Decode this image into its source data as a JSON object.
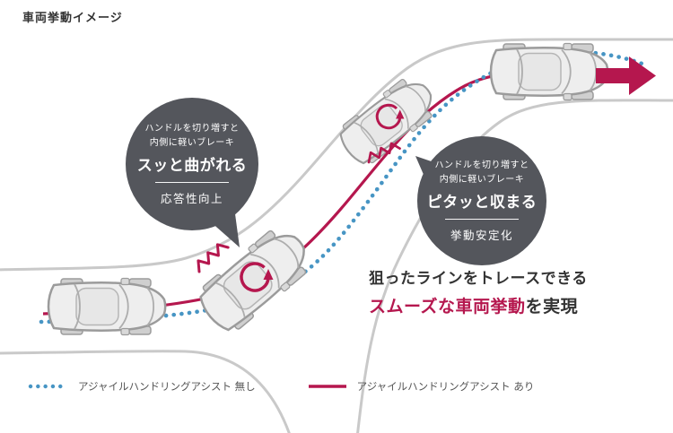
{
  "title": "車両挙動イメージ",
  "colors": {
    "accent": "#b5174e",
    "assist_off_blue": "#4795c4",
    "road": "#c9c9c9",
    "badge": "#54565c"
  },
  "badges": {
    "left": {
      "line1": "ハンドルを切り増すと",
      "line2": "内側に軽いブレーキ",
      "headline": "スッと曲がれる",
      "footer": "応答性向上"
    },
    "right": {
      "line1": "ハンドルを切り増すと",
      "line2": "内側に軽いブレーキ",
      "headline": "ピタッと収まる",
      "footer": "挙動安定化"
    }
  },
  "caption": {
    "line1": "狙ったラインをトレースできる",
    "line2_accent": "スムーズな車両挙動",
    "line2_suffix": "を実現"
  },
  "legend": {
    "without_label": "アジャイルハンドリングアシスト 無し",
    "with_label": "アジャイルハンドリングアシスト あり"
  }
}
